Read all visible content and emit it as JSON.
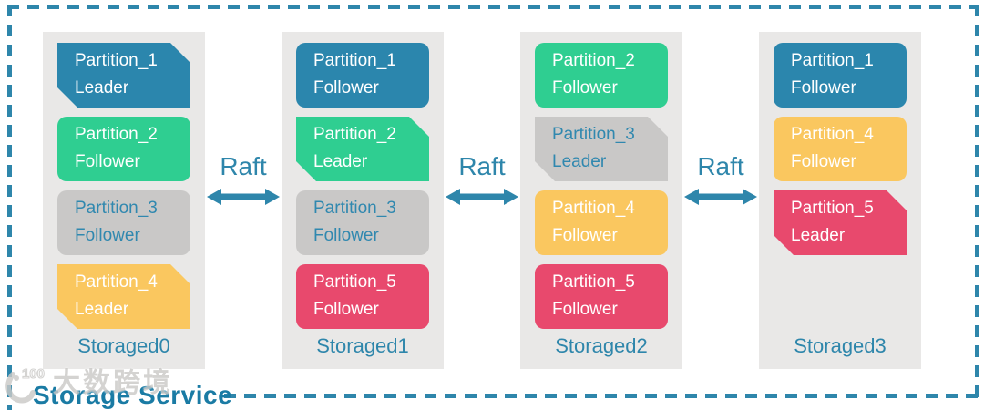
{
  "title": "Storage Service",
  "watermark": {
    "badge": "100",
    "text": "大数跨境"
  },
  "raft": {
    "labels": [
      "Raft",
      "Raft",
      "Raft"
    ]
  },
  "columns": [
    {
      "label": "Storaged0",
      "partitions": [
        {
          "name": "Partition_1",
          "role": "Leader",
          "color": "blue"
        },
        {
          "name": "Partition_2",
          "role": "Follower",
          "color": "green"
        },
        {
          "name": "Partition_3",
          "role": "Follower",
          "color": "gray"
        },
        {
          "name": "Partition_4",
          "role": "Leader",
          "color": "yellow"
        }
      ]
    },
    {
      "label": "Storaged1",
      "partitions": [
        {
          "name": "Partition_1",
          "role": "Follower",
          "color": "blue"
        },
        {
          "name": "Partition_2",
          "role": "Leader",
          "color": "green"
        },
        {
          "name": "Partition_3",
          "role": "Follower",
          "color": "gray"
        },
        {
          "name": "Partition_5",
          "role": "Follower",
          "color": "red"
        }
      ]
    },
    {
      "label": "Storaged2",
      "partitions": [
        {
          "name": "Partition_2",
          "role": "Follower",
          "color": "green"
        },
        {
          "name": "Partition_3",
          "role": "Leader",
          "color": "gray"
        },
        {
          "name": "Partition_4",
          "role": "Follower",
          "color": "yellow"
        },
        {
          "name": "Partition_5",
          "role": "Follower",
          "color": "red"
        }
      ]
    },
    {
      "label": "Storaged3",
      "partitions": [
        {
          "name": "Partition_1",
          "role": "Follower",
          "color": "blue"
        },
        {
          "name": "Partition_4",
          "role": "Follower",
          "color": "yellow"
        },
        {
          "name": "Partition_5",
          "role": "Leader",
          "color": "red"
        }
      ]
    }
  ],
  "colors": {
    "accent_teal": "#2E86AB",
    "title_teal": "#1A7BA4",
    "box_blue": "#2B86AD",
    "box_green": "#2FCE91",
    "box_gray": "#C9C8C7",
    "box_yellow": "#FAC75F",
    "box_red": "#E8496D",
    "gray_box_text": "#3088AF",
    "column_background": "#E9E8E7",
    "watermark_gray": "#CBCAC8"
  }
}
